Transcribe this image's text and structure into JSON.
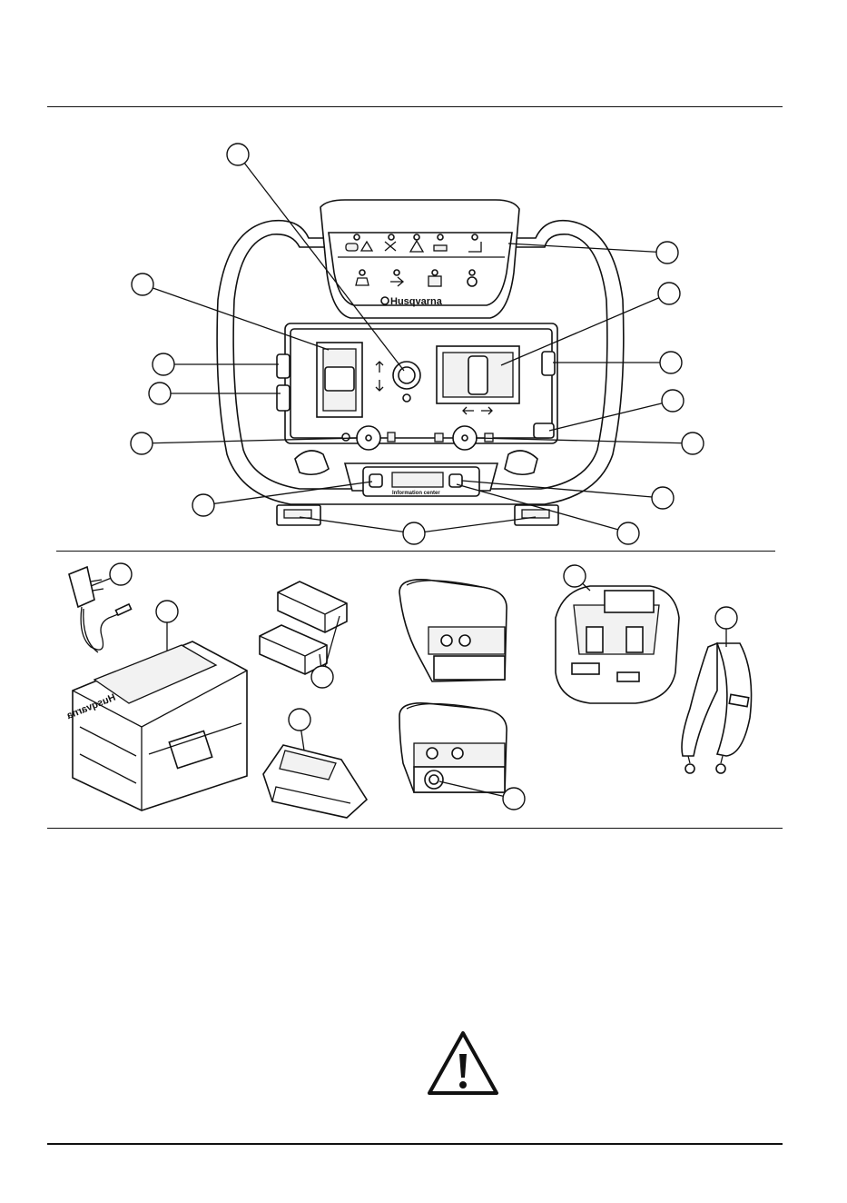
{
  "figure": {
    "brand_text": "Husqvarna",
    "info_panel_label": "Information center",
    "case_brand_text": "Husqvarna",
    "warning_icon": "warning-triangle-icon"
  },
  "colors": {
    "ink": "#111111",
    "paper": "#ffffff"
  }
}
